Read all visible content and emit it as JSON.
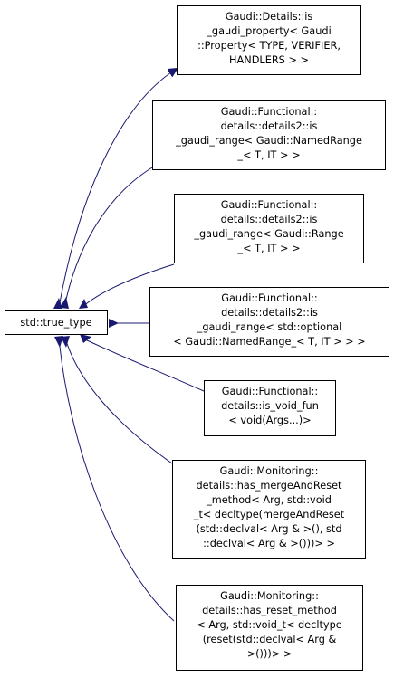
{
  "diagram": {
    "base": {
      "label": "std::true_type"
    },
    "derived": [
      {
        "name": "is_gaudi_property",
        "lines": [
          "Gaudi::Details::is",
          "_gaudi_property< Gaudi",
          "::Property< TYPE, VERIFIER,",
          "HANDLERS > >"
        ]
      },
      {
        "name": "is_gaudi_range_namedrange",
        "lines": [
          "Gaudi::Functional::",
          "details::details2::is",
          "_gaudi_range< Gaudi::NamedRange",
          "_< T, IT > >"
        ]
      },
      {
        "name": "is_gaudi_range_range",
        "lines": [
          "Gaudi::Functional::",
          "details::details2::is",
          "_gaudi_range< Gaudi::Range",
          "_< T, IT > >"
        ]
      },
      {
        "name": "is_gaudi_range_optional",
        "lines": [
          "Gaudi::Functional::",
          "details::details2::is",
          "_gaudi_range< std::optional",
          "< Gaudi::NamedRange_< T, IT > > >"
        ]
      },
      {
        "name": "is_void_fun",
        "lines": [
          "Gaudi::Functional::",
          "details::is_void_fun",
          "< void(Args...)>"
        ]
      },
      {
        "name": "has_mergeAndReset_method",
        "lines": [
          "Gaudi::Monitoring::",
          "details::has_mergeAndReset",
          "_method< Arg, std::void",
          "_t< decltype(mergeAndReset",
          "(std::declval< Arg & >(), std",
          "::declval< Arg & >()))> >"
        ]
      },
      {
        "name": "has_reset_method",
        "lines": [
          "Gaudi::Monitoring::",
          "details::has_reset_method",
          "< Arg, std::void_t< decltype",
          "(reset(std::declval< Arg &",
          ">()))> >"
        ]
      }
    ],
    "colors": {
      "edge": "#191970",
      "box_border": "#000000",
      "background": "#ffffff"
    }
  }
}
